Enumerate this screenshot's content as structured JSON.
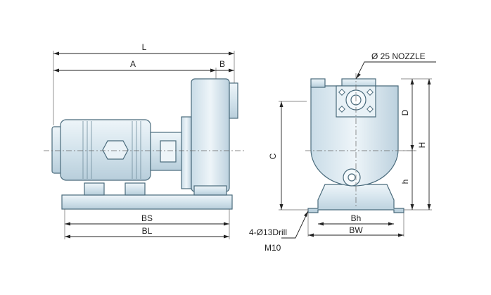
{
  "labels": {
    "L": "L",
    "A": "A",
    "B": "B",
    "BS": "BS",
    "BL": "BL",
    "C": "C",
    "D": "D",
    "H": "H",
    "h": "h",
    "Bh": "Bh",
    "BW": "BW",
    "nozzle": "Ø 25 NOZZLE",
    "drill": "4-Ø13Drill",
    "bolt": "M10"
  },
  "colors": {
    "body_fill": "#dde9f0",
    "body_shade": "#b9cfdc",
    "outline": "#4a6b7c",
    "line": "#222222"
  }
}
